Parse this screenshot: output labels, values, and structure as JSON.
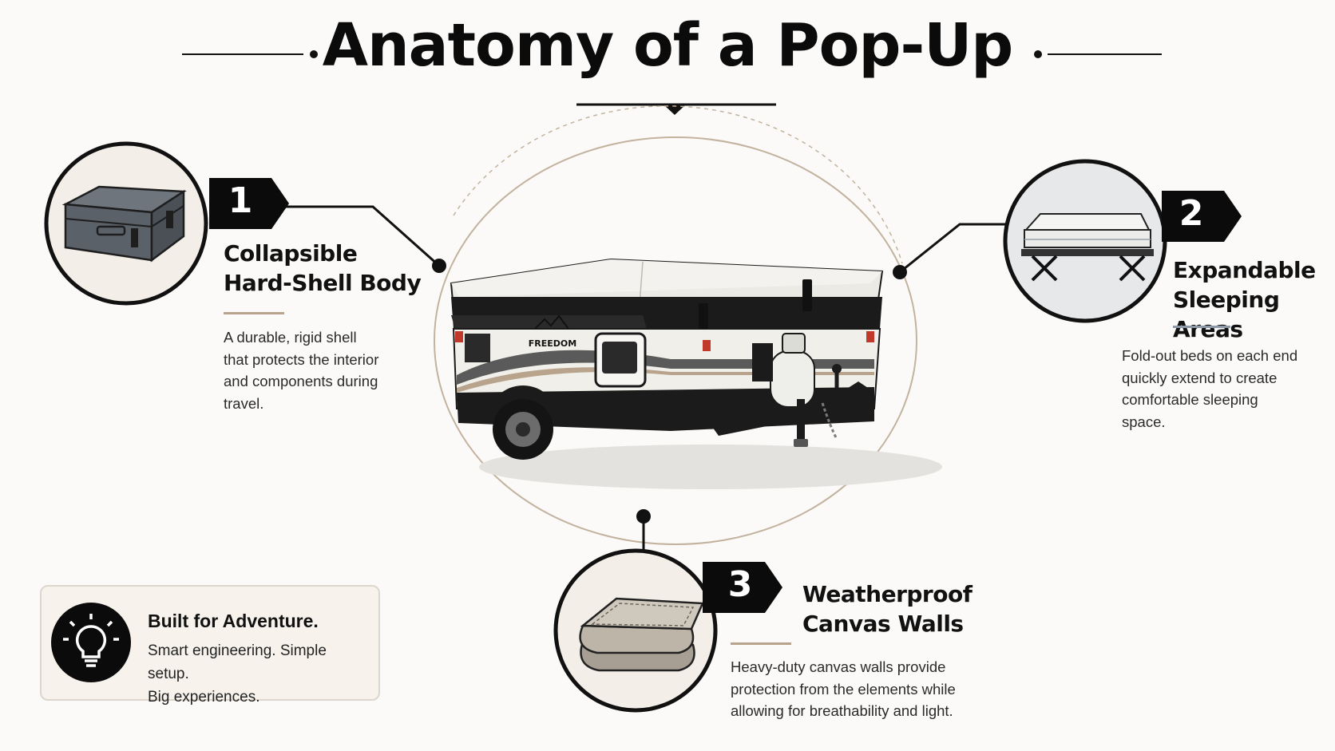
{
  "title": "Anatomy of a Pop-Up",
  "colors": {
    "accent": "#b8a48c",
    "dark": "#0b0b0b",
    "ring": "#c2b29e",
    "steel": "#7a8189"
  },
  "trailer": {
    "brand": "FREEDOM"
  },
  "callouts": [
    {
      "number": "1",
      "title_line1": "Collapsible",
      "title_line2": "Hard-Shell Body",
      "description": [
        "A durable, rigid shell",
        "that protects the interior",
        "and components during",
        "travel."
      ],
      "icon": "hard-case-icon"
    },
    {
      "number": "2",
      "title_line1": "Expandable",
      "title_line2": "Sleeping Areas",
      "description": [
        "Fold-out beds on each end",
        "quickly extend to create",
        "comfortable sleeping",
        "space."
      ],
      "icon": "bed-icon"
    },
    {
      "number": "3",
      "title_line1": "Weatherproof",
      "title_line2": "Canvas Walls",
      "description": [
        "Heavy-duty canvas walls provide",
        "protection from the elements while",
        "allowing for breathability and light."
      ],
      "icon": "folded-canvas-icon"
    }
  ],
  "tip": {
    "title": "Built for Adventure.",
    "line1": "Smart engineering. Simple setup.",
    "line2": "Big experiences.",
    "icon": "lightbulb-icon"
  }
}
